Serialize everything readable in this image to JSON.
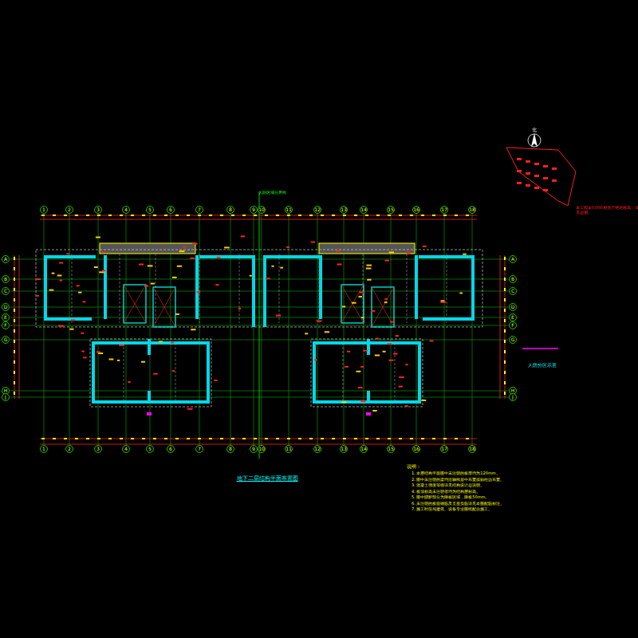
{
  "diagram": {
    "title": "地下二层结构平面布置图",
    "labels": [
      "1",
      "2",
      "3",
      "4",
      "5",
      "6",
      "7",
      "8",
      "9",
      "10",
      "11",
      "12",
      "13",
      "14",
      "15",
      "16",
      "17",
      "18",
      "1",
      "2",
      "3",
      "4",
      "5",
      "6",
      "7",
      "8",
      "9",
      "10",
      "11",
      "12",
      "13",
      "14",
      "15",
      "16",
      "17",
      "18",
      "A",
      "B",
      "C",
      "D",
      "E",
      "F",
      "G",
      "H",
      "J",
      "A",
      "B",
      "C",
      "D",
      "E",
      "F",
      "G",
      "H",
      "J",
      "说明：",
      "1. 本层结构平面图中未注明的板厚均为120mm。",
      "2. 图中未注明的梁均沿轴线居中布置或贴柱边布置。",
      "3. 混凝土强度等级详见结构设计总说明。",
      "4. 板顶标高未注明者均为结构层标高。",
      "5. 图中阴影部分为降板区域，降板50mm。",
      "6. 未注明的板面钢筋及支座负筋详见本图配筋标注。",
      "7. 施工时应与建筑、设备专业图纸配合施工。",
      "北",
      "本工程±0.000相当于绝对标高，详见总图。",
      "人防分区示意",
      "人防区域分界线"
    ]
  }
}
